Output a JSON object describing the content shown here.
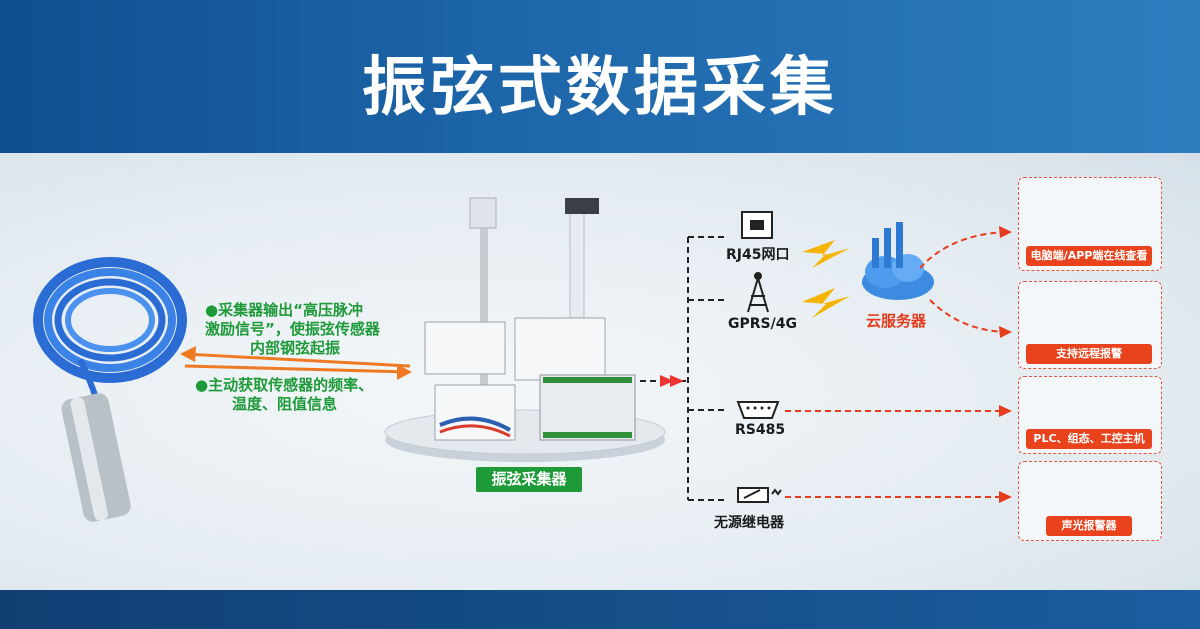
{
  "header": {
    "title": "振弦式数据采集"
  },
  "left_notes": {
    "output_line1": "●采集器输出“高压脉冲",
    "output_line2": "激励信号”，使振弦传感器",
    "output_line3": "内部钢弦起振",
    "input_line1": "●主动获取传感器的频率、",
    "input_line2": "温度、阻值信息"
  },
  "collector": {
    "label": "振弦采集器"
  },
  "interfaces": {
    "rj45": "RJ45网口",
    "gprs": "GPRS/4G",
    "rs485": "RS485",
    "relay": "无源继电器"
  },
  "cloud": {
    "label": "云服务器"
  },
  "targets": {
    "pc_app": "电脑端/APP端在线查看",
    "remote_alarm": "支持远程报警",
    "plc": "PLC、组态、工控主机",
    "sound_light": "声光报警器"
  },
  "colors": {
    "accent_red": "#e63b1d",
    "accent_green": "#1f9a39",
    "header_blue": "#1c65a8"
  }
}
